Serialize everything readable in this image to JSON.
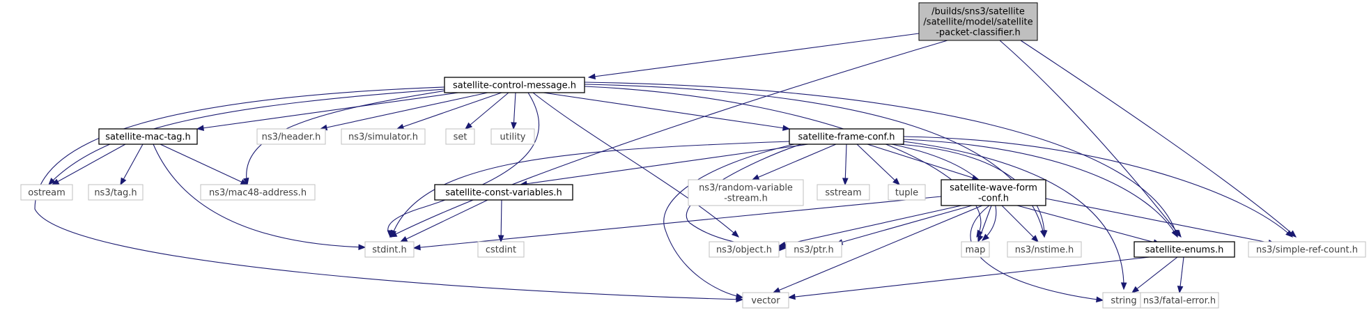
{
  "colors": {
    "edge": "#191970",
    "root_fill": "#bfbfbf",
    "internal_border": "#000000",
    "external_border": "#bfbfbf",
    "external_text": "#404040"
  },
  "nodes": {
    "root": {
      "lines": [
        "/builds/sns3/satellite",
        "/satellite/model/satellite",
        "-packet-classifier.h"
      ],
      "kind": "root"
    },
    "control_message": {
      "lines": [
        "satellite-control-message.h"
      ],
      "kind": "internal"
    },
    "mac_tag": {
      "lines": [
        "satellite-mac-tag.h"
      ],
      "kind": "internal"
    },
    "ns3_header": {
      "lines": [
        "ns3/header.h"
      ],
      "kind": "external"
    },
    "ns3_simulator": {
      "lines": [
        "ns3/simulator.h"
      ],
      "kind": "external"
    },
    "set": {
      "lines": [
        "set"
      ],
      "kind": "external"
    },
    "utility": {
      "lines": [
        "utility"
      ],
      "kind": "external"
    },
    "frame_conf": {
      "lines": [
        "satellite-frame-conf.h"
      ],
      "kind": "internal"
    },
    "ostream": {
      "lines": [
        "ostream"
      ],
      "kind": "external"
    },
    "ns3_tag": {
      "lines": [
        "ns3/tag.h"
      ],
      "kind": "external"
    },
    "mac48": {
      "lines": [
        "ns3/mac48-address.h"
      ],
      "kind": "external"
    },
    "const_vars": {
      "lines": [
        "satellite-const-variables.h"
      ],
      "kind": "internal"
    },
    "random_var": {
      "lines": [
        "ns3/random-variable",
        "-stream.h"
      ],
      "kind": "external"
    },
    "sstream": {
      "lines": [
        "sstream"
      ],
      "kind": "external"
    },
    "tuple": {
      "lines": [
        "tuple"
      ],
      "kind": "external"
    },
    "wave_form": {
      "lines": [
        "satellite-wave-form",
        "-conf.h"
      ],
      "kind": "internal"
    },
    "stdint": {
      "lines": [
        "stdint.h"
      ],
      "kind": "external"
    },
    "cstdint": {
      "lines": [
        "cstdint"
      ],
      "kind": "external"
    },
    "ns3_object": {
      "lines": [
        "ns3/object.h"
      ],
      "kind": "external"
    },
    "ns3_ptr": {
      "lines": [
        "ns3/ptr.h"
      ],
      "kind": "external"
    },
    "map": {
      "lines": [
        "map"
      ],
      "kind": "external"
    },
    "nstime": {
      "lines": [
        "ns3/nstime.h"
      ],
      "kind": "external"
    },
    "enums": {
      "lines": [
        "satellite-enums.h"
      ],
      "kind": "internal"
    },
    "simple_ref": {
      "lines": [
        "ns3/simple-ref-count.h"
      ],
      "kind": "external"
    },
    "vector": {
      "lines": [
        "vector"
      ],
      "kind": "external"
    },
    "string": {
      "lines": [
        "string"
      ],
      "kind": "external"
    },
    "fatal_error": {
      "lines": [
        "ns3/fatal-error.h"
      ],
      "kind": "external"
    }
  }
}
